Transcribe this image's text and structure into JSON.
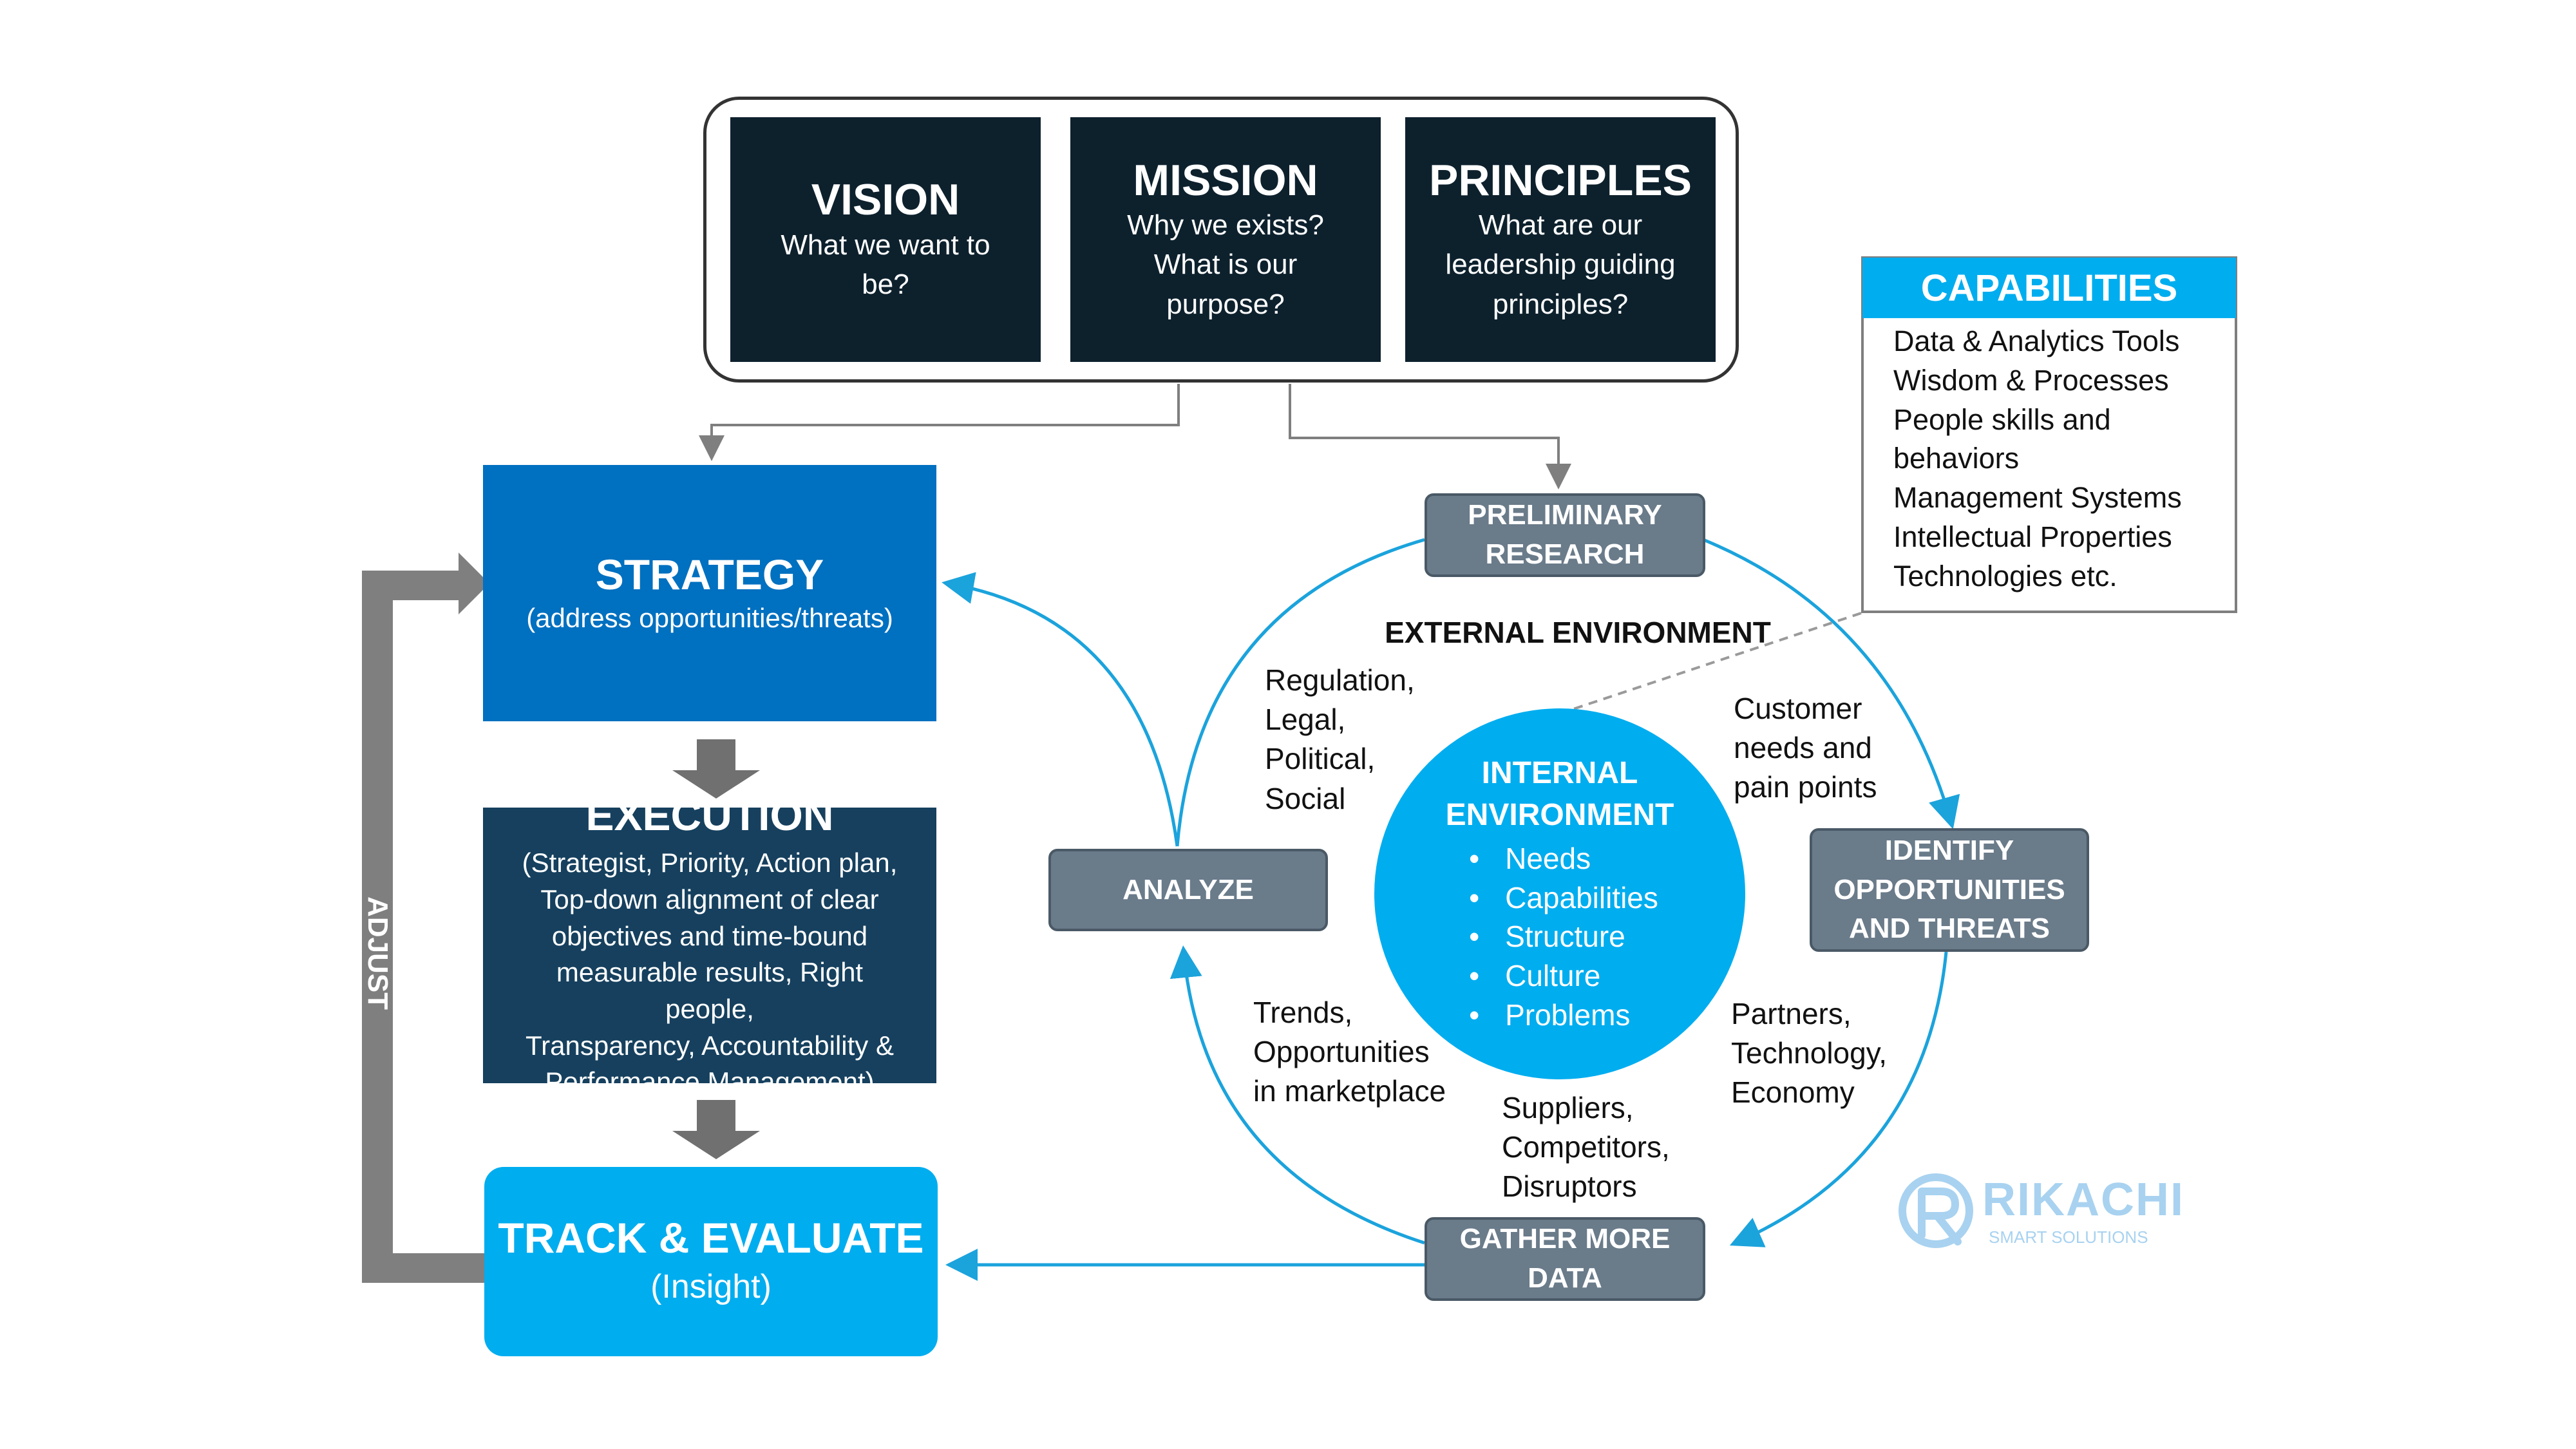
{
  "top": {
    "vision": {
      "title": "VISION",
      "lines": [
        "What we want to",
        "be?"
      ]
    },
    "mission": {
      "title": "MISSION",
      "lines": [
        "Why we exists?",
        "What is our",
        "purpose?"
      ]
    },
    "principles": {
      "title": "PRINCIPLES",
      "lines": [
        "What are our",
        "leadership guiding",
        "principles?"
      ]
    }
  },
  "left": {
    "strategy": {
      "title": "STRATEGY",
      "sub": "(address opportunities/threats)"
    },
    "execution": {
      "title": "EXECUTION",
      "lines": [
        "(Strategist, Priority, Action plan,",
        "Top-down alignment of clear",
        "objectives and time-bound",
        "measurable results, Right people,",
        "Transparency, Accountability &",
        "Performance Management)"
      ]
    },
    "track": {
      "title": "TRACK & EVALUATE",
      "sub": "(Insight)"
    },
    "adjust": "ADJUST"
  },
  "cycle": {
    "preliminary": [
      "PRELIMINARY",
      "RESEARCH"
    ],
    "identify": [
      "IDENTIFY",
      "OPPORTUNITIES",
      "AND THREATS"
    ],
    "gather": [
      "GATHER MORE",
      "DATA"
    ],
    "analyze": "ANALYZE",
    "external_title": "EXTERNAL ENVIRONMENT",
    "regulation": [
      "Regulation,",
      "Legal,",
      "Political,",
      "Social"
    ],
    "customer": [
      "Customer",
      "needs and",
      "pain points"
    ],
    "partners": [
      "Partners,",
      "Technology,",
      "Economy"
    ],
    "suppliers": [
      "Suppliers,",
      "Competitors,",
      "Disruptors"
    ],
    "trends": [
      "Trends,",
      "Opportunities",
      "in marketplace"
    ],
    "internal": {
      "title_lines": [
        "INTERNAL",
        "ENVIRONMENT"
      ],
      "items": [
        "Needs",
        "Capabilities",
        "Structure",
        "Culture",
        "Problems"
      ]
    }
  },
  "capabilities": {
    "title": "CAPABILITIES",
    "items": [
      "Data & Analytics Tools",
      "Wisdom & Processes",
      "People skills and",
      "behaviors",
      "Management Systems",
      "Intellectual Properties",
      "Technologies etc."
    ]
  },
  "logo": {
    "name": "RIKACHI",
    "tagline": "SMART SOLUTIONS"
  },
  "colors": {
    "dark_navy": "#0d212d",
    "strategy_blue": "#0070c0",
    "execution_navy": "#16405e",
    "bright_cyan": "#00adef",
    "slate_gray": "#6a7b8a",
    "connector_gray": "#7f7f7f"
  }
}
